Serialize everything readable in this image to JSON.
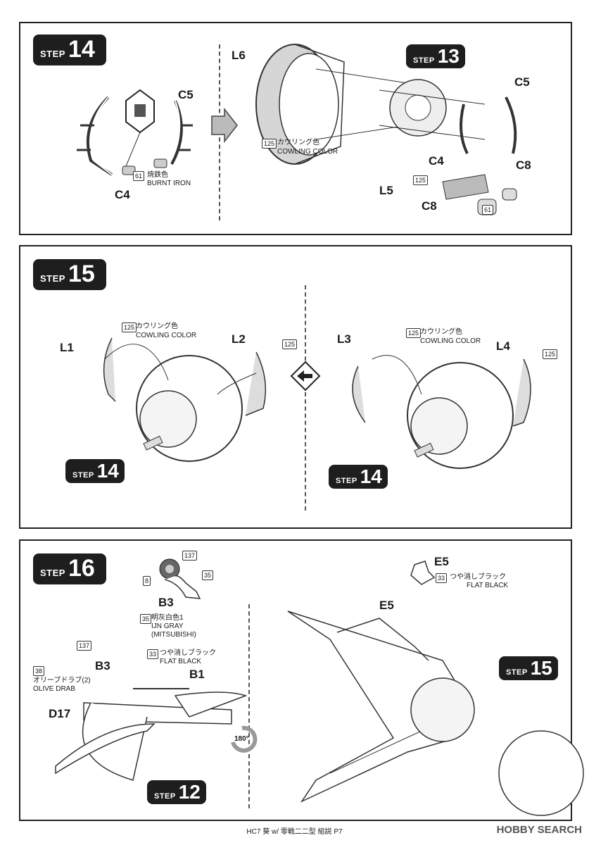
{
  "step14": {
    "badge_word": "STEP",
    "badge_num": "14",
    "labels": {
      "c5_left": "C5",
      "c4_left": "C4",
      "l6": "L6",
      "c5_right": "C5",
      "c4_right": "C4",
      "c8_top": "C8",
      "l5": "L5",
      "c8_bottom": "C8"
    },
    "step13_word": "STEP",
    "step13_num": "13",
    "burnt_num": "61",
    "burnt_jp": "焼鉄色",
    "burnt_en": "BURNT IRON",
    "cowl_num": "125",
    "cowl_jp": "カウリング色",
    "cowl_en": "COWLING COLOR",
    "l5_num": "125",
    "c8_num": "61"
  },
  "step15": {
    "badge_word": "STEP",
    "badge_num": "15",
    "labels": {
      "l1": "L1",
      "l2": "L2",
      "l3": "L3",
      "l4": "L4"
    },
    "left_num": "125",
    "left_jp": "カウリング色",
    "left_en": "COWLING COLOR",
    "l2_num": "125",
    "right_num": "125",
    "right_jp": "カウリング色",
    "right_en": "COWLING COLOR",
    "l4_num": "125",
    "sub_left_word": "STEP",
    "sub_left_num": "14",
    "sub_right_word": "STEP",
    "sub_right_num": "14"
  },
  "step16": {
    "badge_word": "STEP",
    "badge_num": "16",
    "wheel_num_left": "8",
    "wheel_num_top": "137",
    "wheel_num_right": "35",
    "b3_top": "B3",
    "gray_num": "35",
    "gray_jp": "明灰白色1",
    "gray_en1": "IJN GRAY",
    "gray_en2": "(MITSUBISHI)",
    "b3_num": "137",
    "b3_label": "B3",
    "flat_num": "33",
    "flat_jp": "つや消しブラック",
    "flat_en": "FLAT BLACK",
    "b1_label": "B1",
    "olive_num": "38",
    "olive_jp": "オリーブドラブ(2)",
    "olive_en": "OLIVE DRAB",
    "d17_label": "D17",
    "rotate": "180°",
    "e5_top": "E5",
    "e5_num": "33",
    "e5_jp": "つや消しブラック",
    "e5_en": "FLAT BLACK",
    "e5_mid": "E5",
    "sub12_word": "STEP",
    "sub12_num": "12",
    "sub15_word": "STEP",
    "sub15_num": "15"
  },
  "footer": "HC7 葵 w/ 零戦二二型 組説 P7",
  "brand": "HOBBY SEARCH"
}
